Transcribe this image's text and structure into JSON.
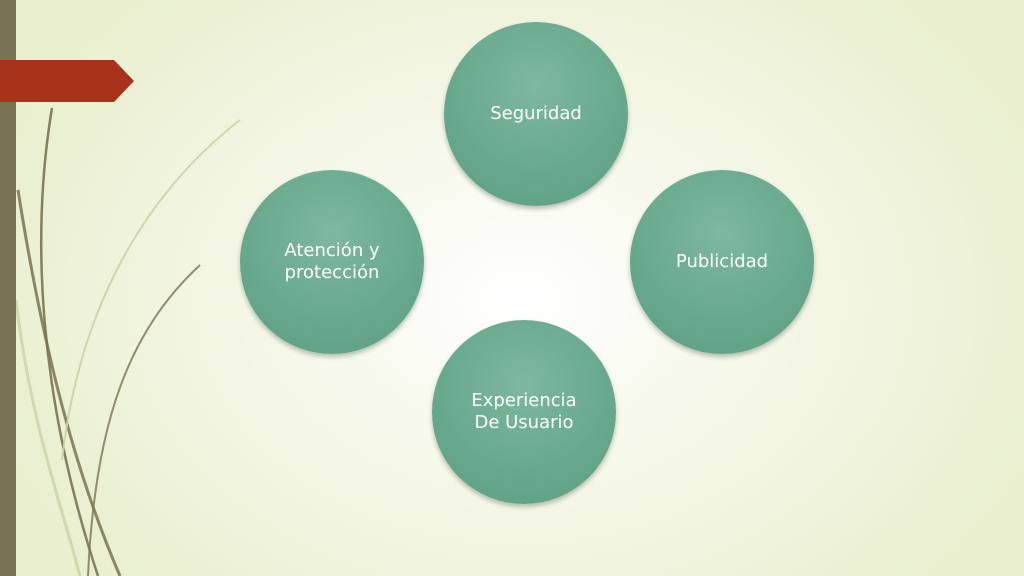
{
  "diagram": {
    "nodes": [
      {
        "label": "Seguridad"
      },
      {
        "label": "Publicidad"
      },
      {
        "label": "Experiencia\nDe Usuario"
      },
      {
        "label": "Atención y\nprotección"
      }
    ]
  },
  "colors": {
    "node_fill": "#67a88c",
    "accent_tab": "#a8321a",
    "left_bar": "#7a7352",
    "vine": "#7a7352"
  }
}
